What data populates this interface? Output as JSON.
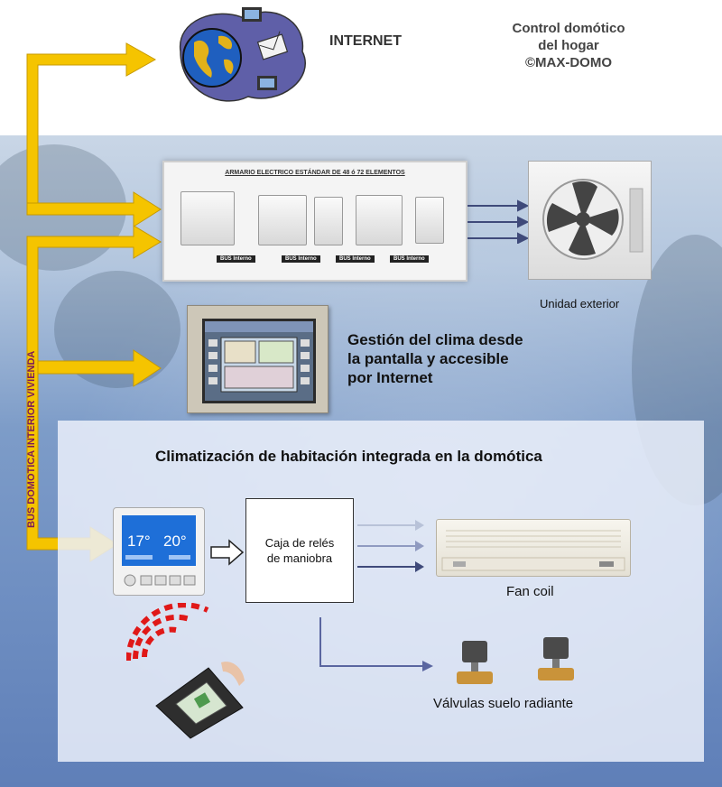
{
  "header": {
    "title_line1": "Control domótico",
    "title_line2": "del hogar",
    "title_line3": "©MAX-DOMO",
    "internet_label": "INTERNET"
  },
  "panel": {
    "title": "ARMARIO ELECTRICO ESTÁNDAR DE 48 ó 72 ELEMENTOS",
    "bus_labels": [
      "BUS Interno",
      "BUS Interno",
      "BUS Interno",
      "BUS Interno"
    ]
  },
  "outdoor": {
    "caption": "Unidad exterior"
  },
  "gestion": {
    "line1": "Gestión del clima desde",
    "line2": "la pantalla y accesible",
    "line3": "por Internet"
  },
  "room": {
    "title": "Climatización de habitación integrada en la domótica"
  },
  "thermostat": {
    "temp_room": "17°",
    "temp_set": "20°"
  },
  "relay": {
    "line1": "Caja de relés",
    "line2": "de maniobra"
  },
  "fancoil": {
    "caption": "Fan coil"
  },
  "valves": {
    "caption": "Válvulas suelo radiante"
  },
  "bus": {
    "label": "BUS DOMOTICA INTERIOR   VIVIENDA"
  },
  "colors": {
    "bus_arrow": "#f5c400",
    "bus_arrow_edge": "#c79a00",
    "dark_arrow": "#3f4a7a",
    "signal_red": "#e01818"
  }
}
